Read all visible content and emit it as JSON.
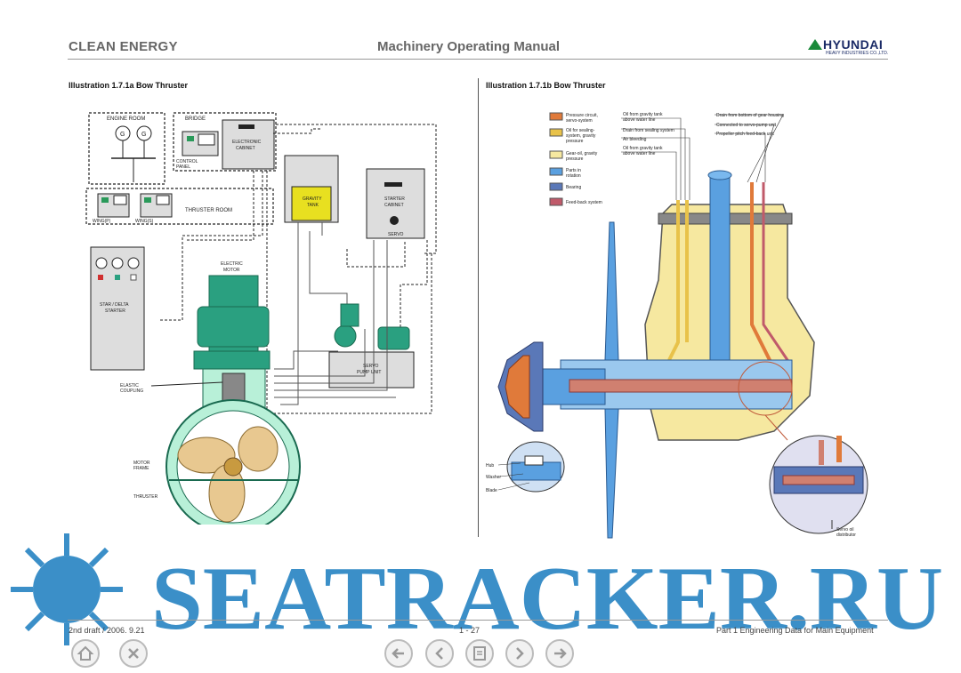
{
  "header": {
    "left_title": "CLEAN ENERGY",
    "center_title": "Machinery Operating Manual",
    "logo_name": "HYUNDAI",
    "logo_sub": "HEAVY INDUSTRIES CO.,LTD."
  },
  "left_panel": {
    "title": "Illustration 1.7.1a Bow Thruster",
    "labels": {
      "engine_room": "ENGINE ROOM",
      "bridge": "BRIDGE",
      "control_panel_1": "CONTROL",
      "control_panel_2": "PANEL",
      "electronic_cabinet_1": "ELECTRONIC",
      "electronic_cabinet_2": "CABINET",
      "gravity_tank_1": "GRAVITY",
      "gravity_tank_2": "TANK",
      "starter_cabinet_1": "STARTER",
      "starter_cabinet_2": "CABINET",
      "servo": "SERVO",
      "wing_p": "WING(P)",
      "wing_s": "WING(S)",
      "thruster_room": "THRUSTER ROOM",
      "electric_motor_1": "ELECTRIC",
      "electric_motor_2": "MOTOR",
      "star_delta_1": "STAR / DELTA",
      "star_delta_2": "STARTER",
      "servo_pump_1": "SERVO",
      "servo_pump_2": "PUMP UNIT",
      "elastic_coupling_1": "ELASTIC",
      "elastic_coupling_2": "COUPLING",
      "motor_frame_1": "MOTOR",
      "motor_frame_2": "FRAME",
      "thruster": "THRUSTER",
      "g": "G"
    }
  },
  "right_panel": {
    "title": "Illustration 1.7.1b Bow Thruster",
    "legend": [
      {
        "lines": [
          "Pressure circuit,",
          "servo-system"
        ],
        "color": "#e07a3a"
      },
      {
        "lines": [
          "Oil for sealing-",
          "system, gravity",
          "pressure"
        ],
        "color": "#e8c24a"
      },
      {
        "lines": [
          "Gear-oil, gravity",
          "pressure"
        ],
        "color": "#f6e8a0"
      },
      {
        "lines": [
          "Parts in",
          "rotation"
        ],
        "color": "#5aa0e0"
      },
      {
        "lines": [
          "Bearing"
        ],
        "color": "#5a78b8"
      },
      {
        "lines": [
          "Feed-back system"
        ],
        "color": "#c05a6a"
      }
    ],
    "callouts_center": [
      [
        "Oil from gravity tank",
        "above water line"
      ],
      [
        "Drain from sealing system"
      ],
      [
        "Air bleeding"
      ],
      [
        "Oil from gravity tank",
        "above water line"
      ]
    ],
    "callouts_right": [
      "Drain from bottom of gear housing",
      "Connected to servo-pump unit",
      "Propeller pitch feed-back unit"
    ],
    "inset_labels": [
      "Hub",
      "Washer",
      "Blade"
    ],
    "servo_label_1": "Servo oil",
    "servo_label_2": "distributor"
  },
  "footer": {
    "left": "2nd draft / 2006. 9.21",
    "center": "1 - 27",
    "right": "Part 1 Engineering Data for Main Equipment"
  },
  "watermark": {
    "text": "SEATRACKER.RU",
    "color": "#3b8fc8"
  },
  "nav": [
    {
      "name": "home-icon"
    },
    {
      "name": "close-icon"
    },
    {
      "name": "first-page-icon"
    },
    {
      "name": "previous-page-icon"
    },
    {
      "name": "print-icon"
    },
    {
      "name": "next-page-icon"
    },
    {
      "name": "last-page-icon"
    }
  ]
}
